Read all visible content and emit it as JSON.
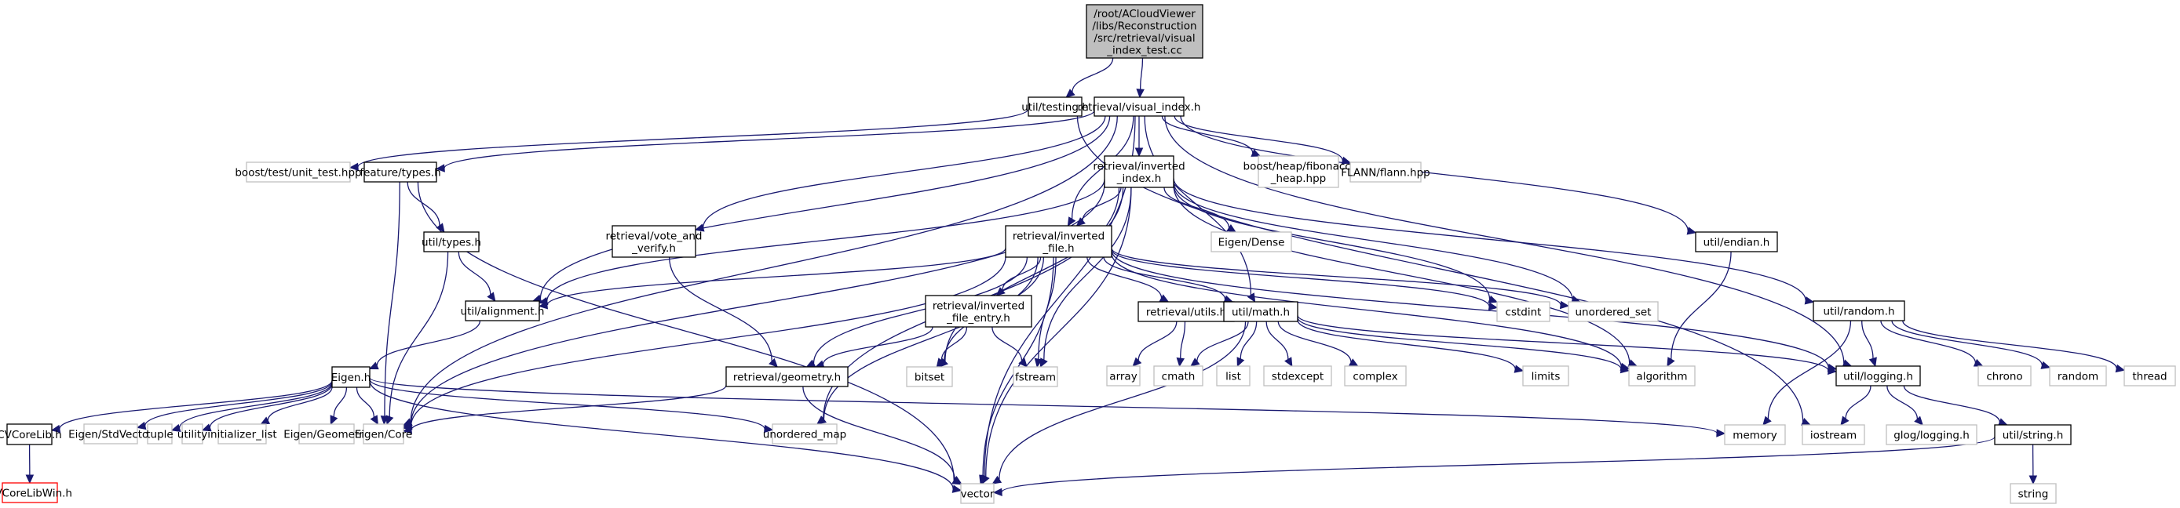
{
  "diagram": {
    "type": "include-dependency-graph",
    "colors": {
      "edge": "#191970",
      "root_fill": "#bfbfbf",
      "root_border": "#000000",
      "documented_border": "#000000",
      "external_border": "#bfbfbf",
      "missing_border": "#ff0000"
    },
    "nodes": [
      {
        "id": "root",
        "label": [
          "/root/ACloudViewer",
          "/libs/Reconstruction",
          "/src/retrieval/visual",
          "_index_test.cc"
        ],
        "kind": "root"
      },
      {
        "id": "util_testing",
        "label": [
          "util/testing.h"
        ],
        "kind": "documented"
      },
      {
        "id": "visual_index",
        "label": [
          "retrieval/visual_index.h"
        ],
        "kind": "documented"
      },
      {
        "id": "boost_unit_test",
        "label": [
          "boost/test/unit_test.hpp"
        ],
        "kind": "external"
      },
      {
        "id": "feature_types",
        "label": [
          "feature/types.h"
        ],
        "kind": "documented"
      },
      {
        "id": "inverted_index",
        "label": [
          "retrieval/inverted",
          "_index.h"
        ],
        "kind": "documented"
      },
      {
        "id": "boost_fib",
        "label": [
          "boost/heap/fibonacci",
          "_heap.hpp"
        ],
        "kind": "external"
      },
      {
        "id": "flann",
        "label": [
          "FLANN/flann.hpp"
        ],
        "kind": "external"
      },
      {
        "id": "util_types",
        "label": [
          "util/types.h"
        ],
        "kind": "documented"
      },
      {
        "id": "vote_verify",
        "label": [
          "retrieval/vote_and",
          "_verify.h"
        ],
        "kind": "documented"
      },
      {
        "id": "inverted_file",
        "label": [
          "retrieval/inverted",
          "_file.h"
        ],
        "kind": "documented"
      },
      {
        "id": "eigen_dense",
        "label": [
          "Eigen/Dense"
        ],
        "kind": "external"
      },
      {
        "id": "util_endian",
        "label": [
          "util/endian.h"
        ],
        "kind": "documented"
      },
      {
        "id": "util_alignment",
        "label": [
          "util/alignment.h"
        ],
        "kind": "documented"
      },
      {
        "id": "inverted_file_entry",
        "label": [
          "retrieval/inverted",
          "_file_entry.h"
        ],
        "kind": "documented"
      },
      {
        "id": "retrieval_utils",
        "label": [
          "retrieval/utils.h"
        ],
        "kind": "documented"
      },
      {
        "id": "util_math",
        "label": [
          "util/math.h"
        ],
        "kind": "documented"
      },
      {
        "id": "cstdint",
        "label": [
          "cstdint"
        ],
        "kind": "external"
      },
      {
        "id": "unordered_set",
        "label": [
          "unordered_set"
        ],
        "kind": "external"
      },
      {
        "id": "util_random",
        "label": [
          "util/random.h"
        ],
        "kind": "documented"
      },
      {
        "id": "eigen_h",
        "label": [
          "Eigen.h"
        ],
        "kind": "documented"
      },
      {
        "id": "geometry",
        "label": [
          "retrieval/geometry.h"
        ],
        "kind": "documented"
      },
      {
        "id": "bitset",
        "label": [
          "bitset"
        ],
        "kind": "external"
      },
      {
        "id": "fstream",
        "label": [
          "fstream"
        ],
        "kind": "external"
      },
      {
        "id": "array",
        "label": [
          "array"
        ],
        "kind": "external"
      },
      {
        "id": "cmath",
        "label": [
          "cmath"
        ],
        "kind": "external"
      },
      {
        "id": "list",
        "label": [
          "list"
        ],
        "kind": "external"
      },
      {
        "id": "stdexcept",
        "label": [
          "stdexcept"
        ],
        "kind": "external"
      },
      {
        "id": "complex",
        "label": [
          "complex"
        ],
        "kind": "external"
      },
      {
        "id": "limits",
        "label": [
          "limits"
        ],
        "kind": "external"
      },
      {
        "id": "algorithm",
        "label": [
          "algorithm"
        ],
        "kind": "external"
      },
      {
        "id": "util_logging",
        "label": [
          "util/logging.h"
        ],
        "kind": "documented"
      },
      {
        "id": "chrono",
        "label": [
          "chrono"
        ],
        "kind": "external"
      },
      {
        "id": "random",
        "label": [
          "random"
        ],
        "kind": "external"
      },
      {
        "id": "thread",
        "label": [
          "thread"
        ],
        "kind": "external"
      },
      {
        "id": "cvcorelib",
        "label": [
          "CVCoreLib.h"
        ],
        "kind": "documented"
      },
      {
        "id": "eigen_stdvector",
        "label": [
          "Eigen/StdVector"
        ],
        "kind": "external"
      },
      {
        "id": "tuple",
        "label": [
          "tuple"
        ],
        "kind": "external"
      },
      {
        "id": "utility",
        "label": [
          "utility"
        ],
        "kind": "external"
      },
      {
        "id": "initializer_list",
        "label": [
          "initializer_list"
        ],
        "kind": "external"
      },
      {
        "id": "eigen_geometry",
        "label": [
          "Eigen/Geometry"
        ],
        "kind": "external"
      },
      {
        "id": "eigen_core",
        "label": [
          "Eigen/Core"
        ],
        "kind": "external"
      },
      {
        "id": "unordered_map",
        "label": [
          "unordered_map"
        ],
        "kind": "external"
      },
      {
        "id": "memory",
        "label": [
          "memory"
        ],
        "kind": "external"
      },
      {
        "id": "iostream",
        "label": [
          "iostream"
        ],
        "kind": "external"
      },
      {
        "id": "glog_logging",
        "label": [
          "glog/logging.h"
        ],
        "kind": "external"
      },
      {
        "id": "util_string",
        "label": [
          "util/string.h"
        ],
        "kind": "documented"
      },
      {
        "id": "cvcorelibwin",
        "label": [
          "CVCoreLibWin.h"
        ],
        "kind": "missing"
      },
      {
        "id": "vector",
        "label": [
          "vector"
        ],
        "kind": "external"
      },
      {
        "id": "string",
        "label": [
          "string"
        ],
        "kind": "external"
      }
    ],
    "edges": [
      [
        "root",
        "util_testing"
      ],
      [
        "root",
        "visual_index"
      ],
      [
        "util_testing",
        "boost_unit_test"
      ],
      [
        "util_testing",
        "iostream"
      ],
      [
        "visual_index",
        "feature_types"
      ],
      [
        "visual_index",
        "inverted_index"
      ],
      [
        "visual_index",
        "boost_fib"
      ],
      [
        "visual_index",
        "flann"
      ],
      [
        "visual_index",
        "util_endian"
      ],
      [
        "visual_index",
        "vote_verify"
      ],
      [
        "visual_index",
        "util_alignment"
      ],
      [
        "visual_index",
        "eigen_core"
      ],
      [
        "visual_index",
        "inverted_file"
      ],
      [
        "visual_index",
        "util_math"
      ],
      [
        "visual_index",
        "util_logging"
      ],
      [
        "visual_index",
        "vector"
      ],
      [
        "feature_types",
        "util_types"
      ],
      [
        "feature_types",
        "eigen_core"
      ],
      [
        "feature_types",
        "vector"
      ],
      [
        "util_types",
        "util_alignment"
      ],
      [
        "util_types",
        "eigen_core"
      ],
      [
        "util_alignment",
        "eigen_h"
      ],
      [
        "inverted_index",
        "inverted_file"
      ],
      [
        "inverted_index",
        "eigen_dense"
      ],
      [
        "inverted_index",
        "util_alignment"
      ],
      [
        "inverted_index",
        "eigen_core"
      ],
      [
        "inverted_index",
        "bitset"
      ],
      [
        "inverted_index",
        "fstream"
      ],
      [
        "inverted_index",
        "unordered_map"
      ],
      [
        "inverted_index",
        "cstdint"
      ],
      [
        "inverted_index",
        "unordered_set"
      ],
      [
        "inverted_index",
        "algorithm"
      ],
      [
        "inverted_index",
        "util_random"
      ],
      [
        "inverted_index",
        "vector"
      ],
      [
        "vote_verify",
        "geometry"
      ],
      [
        "inverted_file",
        "inverted_file_entry"
      ],
      [
        "inverted_file",
        "retrieval_utils"
      ],
      [
        "inverted_file",
        "util_math"
      ],
      [
        "inverted_file",
        "util_alignment"
      ],
      [
        "inverted_file",
        "geometry"
      ],
      [
        "inverted_file",
        "bitset"
      ],
      [
        "inverted_file",
        "fstream"
      ],
      [
        "inverted_file",
        "eigen_core"
      ],
      [
        "inverted_file",
        "unordered_map"
      ],
      [
        "inverted_file",
        "vector"
      ],
      [
        "inverted_file",
        "cstdint"
      ],
      [
        "inverted_file",
        "unordered_set"
      ],
      [
        "inverted_file",
        "algorithm"
      ],
      [
        "inverted_file",
        "util_logging"
      ],
      [
        "inverted_file_entry",
        "geometry"
      ],
      [
        "inverted_file_entry",
        "bitset"
      ],
      [
        "inverted_file_entry",
        "fstream"
      ],
      [
        "retrieval_utils",
        "array"
      ],
      [
        "retrieval_utils",
        "cmath"
      ],
      [
        "util_math",
        "cmath"
      ],
      [
        "util_math",
        "list"
      ],
      [
        "util_math",
        "stdexcept"
      ],
      [
        "util_math",
        "complex"
      ],
      [
        "util_math",
        "limits"
      ],
      [
        "util_math",
        "algorithm"
      ],
      [
        "util_math",
        "vector"
      ],
      [
        "util_math",
        "util_logging"
      ],
      [
        "util_endian",
        "algorithm"
      ],
      [
        "util_random",
        "util_logging"
      ],
      [
        "util_random",
        "chrono"
      ],
      [
        "util_random",
        "random"
      ],
      [
        "util_random",
        "thread"
      ],
      [
        "util_random",
        "memory"
      ],
      [
        "geometry",
        "eigen_core"
      ],
      [
        "geometry",
        "vector"
      ],
      [
        "eigen_h",
        "cvcorelib"
      ],
      [
        "eigen_h",
        "eigen_stdvector"
      ],
      [
        "eigen_h",
        "tuple"
      ],
      [
        "eigen_h",
        "utility"
      ],
      [
        "eigen_h",
        "initializer_list"
      ],
      [
        "eigen_h",
        "eigen_geometry"
      ],
      [
        "eigen_h",
        "eigen_core"
      ],
      [
        "eigen_h",
        "unordered_map"
      ],
      [
        "eigen_h",
        "memory"
      ],
      [
        "eigen_h",
        "vector"
      ],
      [
        "cvcorelib",
        "cvcorelibwin"
      ],
      [
        "util_logging",
        "iostream"
      ],
      [
        "util_logging",
        "glog_logging"
      ],
      [
        "util_logging",
        "util_string"
      ],
      [
        "util_string",
        "vector"
      ],
      [
        "util_string",
        "string"
      ]
    ]
  }
}
